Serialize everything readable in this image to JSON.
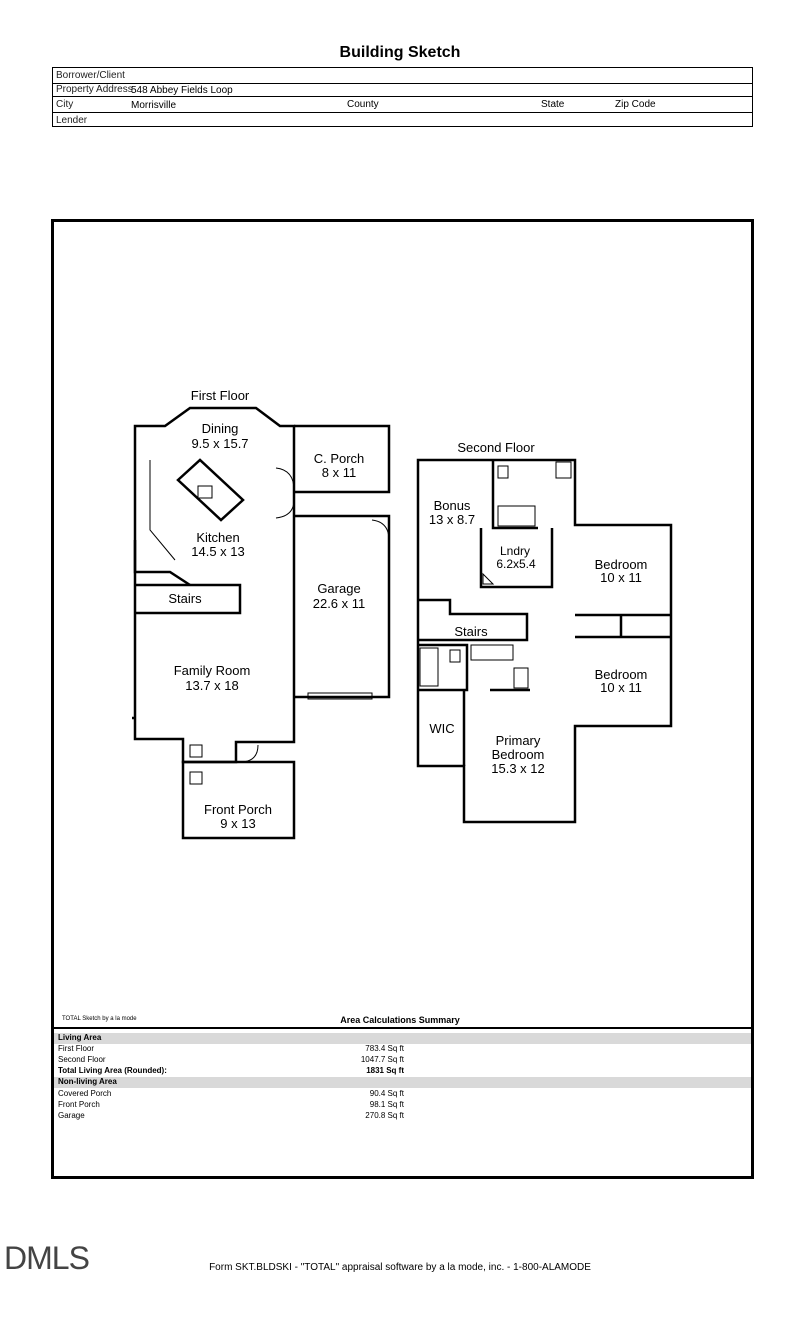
{
  "header": {
    "title": "Building Sketch",
    "borrower_label": "Borrower/Client",
    "property_label": "Property Address",
    "property_value": "548 Abbey Fields Loop",
    "city_label": "City",
    "city_value": "Morrisville",
    "county_label": "County",
    "state_label": "State",
    "zip_label": "Zip Code",
    "lender_label": "Lender"
  },
  "plan": {
    "first_floor": "First Floor",
    "second_floor": "Second Floor",
    "rooms": {
      "dining": "Dining",
      "dining_dim": "9.5 x 15.7",
      "cporch": "C. Porch",
      "cporch_dim": "8 x 11",
      "kitchen": "Kitchen",
      "kitchen_dim": "14.5 x 13",
      "stairs1": "Stairs",
      "garage": "Garage",
      "garage_dim": "22.6 x 11",
      "family": "Family Room",
      "family_dim": "13.7 x 18",
      "front_porch": "Front Porch",
      "front_porch_dim": "9 x 13",
      "bonus": "Bonus",
      "bonus_dim": "13 x 8.7",
      "laundry": "Lndry",
      "laundry_dim": "6.2x5.4",
      "bedroom1": "Bedroom",
      "bedroom1_dim": "10 x 11",
      "stairs2": "Stairs",
      "bedroom2": "Bedroom",
      "bedroom2_dim": "10 x 11",
      "wic": "WIC",
      "primary1": "Primary",
      "primary2": "Bedroom",
      "primary_dim": "15.3 x 12"
    }
  },
  "summary": {
    "credit": "TOTAL Sketch by a la mode",
    "title": "Area Calculations Summary",
    "living_header": "Living Area",
    "rows_living": [
      {
        "name": "First Floor",
        "value": "783.4 Sq ft"
      },
      {
        "name": "Second Floor",
        "value": "1047.7 Sq ft"
      }
    ],
    "total_label": "Total Living Area (Rounded):",
    "total_value": "1831 Sq ft",
    "nonliving_header": "Non-living Area",
    "rows_nonliving": [
      {
        "name": "Covered Porch",
        "value": "90.4 Sq ft"
      },
      {
        "name": "Front Porch",
        "value": "98.1 Sq ft"
      },
      {
        "name": "Garage",
        "value": "270.8 Sq ft"
      }
    ]
  },
  "footer": {
    "form_text": "Form SKT.BLDSKI - \"TOTAL\" appraisal software by a la mode, inc. - 1-800-ALAMODE",
    "logo": "DMLS"
  }
}
